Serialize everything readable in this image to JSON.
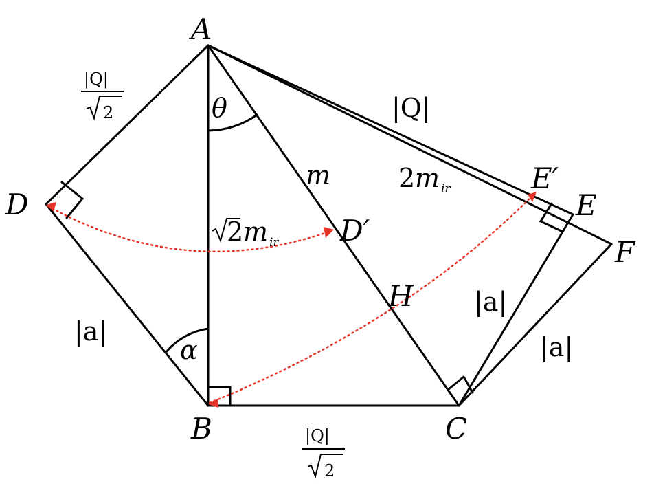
{
  "colors": {
    "line": "#000000",
    "arrow": "#e8352a",
    "background": "#ffffff"
  },
  "points": {
    "A": "A",
    "B": "B",
    "C": "C",
    "D": "D",
    "D_prime": "D′",
    "E": "E",
    "E_prime": "E′",
    "F": "F",
    "H": "H"
  },
  "angles": {
    "theta": "θ",
    "alpha": "α"
  },
  "segments": {
    "AD": {
      "num": "|Q|",
      "den": "2"
    },
    "BC": {
      "num": "|Q|",
      "den": "2"
    },
    "AE": "|Q|",
    "AD_prime": "m",
    "BD_prime": {
      "coef": "2",
      "var": "m",
      "sub": "ir"
    },
    "AE_prime": {
      "coef": "2",
      "var": "m",
      "sub": "ir"
    },
    "BD": "|a|",
    "CE": "|a|",
    "CF": "|a|"
  }
}
